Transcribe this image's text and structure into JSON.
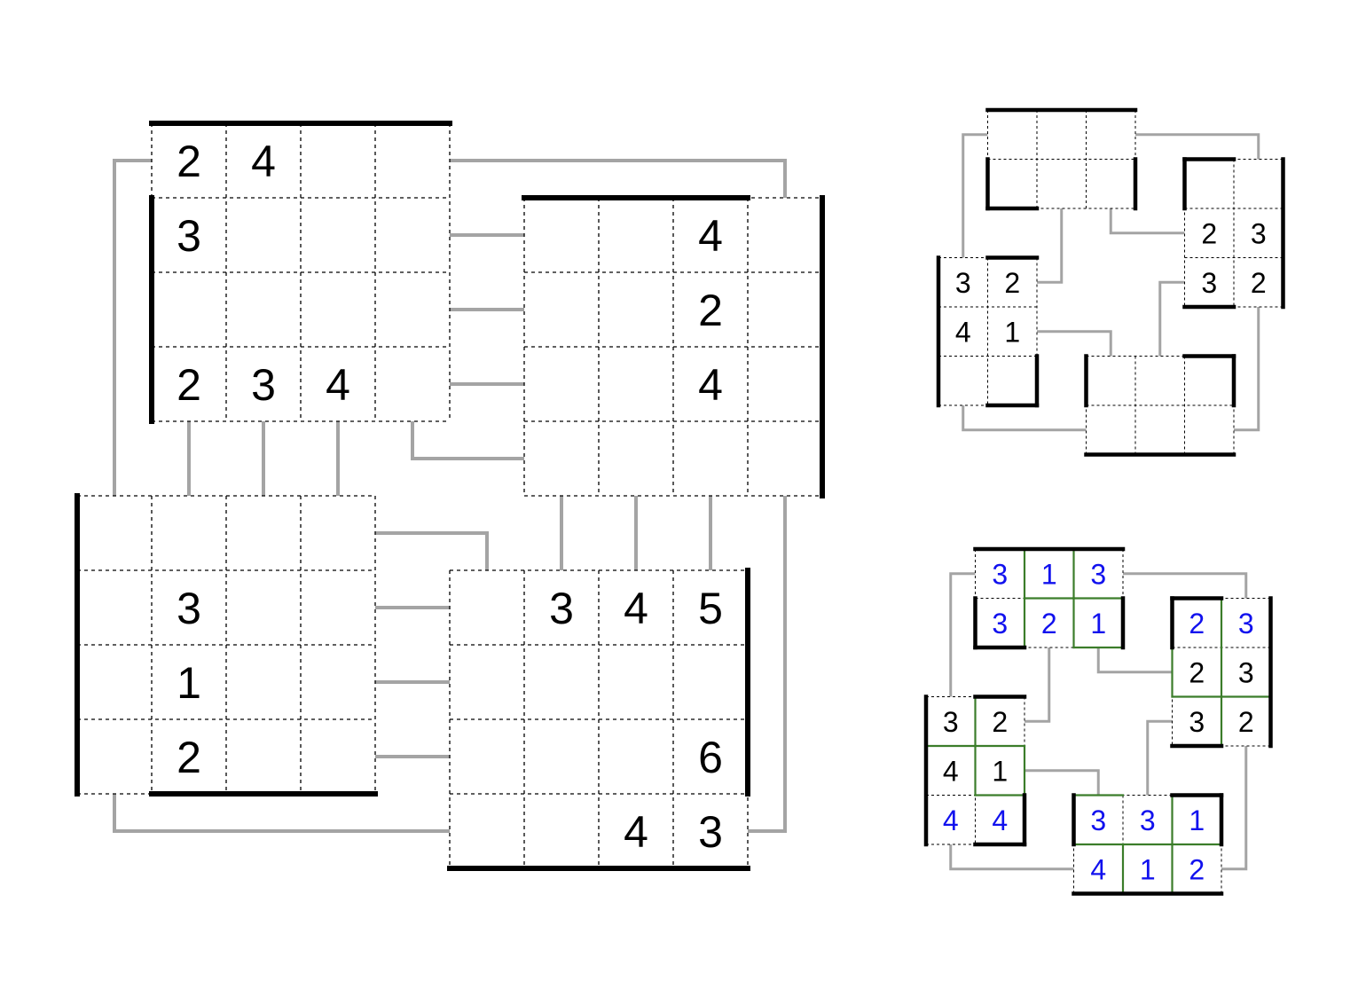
{
  "main_puzzle": {
    "top_left": [
      [
        2,
        4,
        null,
        null
      ],
      [
        3,
        null,
        null,
        null
      ],
      [
        null,
        null,
        null,
        null
      ],
      [
        2,
        3,
        4,
        null
      ]
    ],
    "top_right": [
      [
        null,
        null,
        4,
        null
      ],
      [
        null,
        null,
        2,
        null
      ],
      [
        null,
        null,
        4,
        null
      ],
      [
        null,
        null,
        null,
        null
      ]
    ],
    "bottom_left": [
      [
        null,
        null,
        null,
        null
      ],
      [
        null,
        3,
        null,
        null
      ],
      [
        null,
        1,
        null,
        null
      ],
      [
        null,
        2,
        null,
        null
      ]
    ],
    "bottom_right": [
      [
        null,
        3,
        4,
        5
      ],
      [
        null,
        null,
        null,
        null
      ],
      [
        null,
        null,
        null,
        6
      ],
      [
        null,
        null,
        4,
        3
      ]
    ]
  },
  "example_puzzle": {
    "top": [
      [
        null,
        null,
        null
      ],
      [
        null,
        null,
        null
      ]
    ],
    "right": [
      [
        null,
        null
      ],
      [
        2,
        3
      ],
      [
        3,
        2
      ]
    ],
    "left": [
      [
        3,
        2
      ],
      [
        4,
        1
      ],
      [
        null,
        null
      ]
    ],
    "bottom": [
      [
        null,
        null,
        null
      ],
      [
        null,
        null,
        null
      ]
    ]
  },
  "example_solution": {
    "top": [
      [
        3,
        1,
        3
      ],
      [
        3,
        2,
        1
      ]
    ],
    "right": [
      [
        2,
        3
      ],
      [
        2,
        3
      ],
      [
        3,
        2
      ]
    ],
    "left": [
      [
        3,
        2
      ],
      [
        4,
        1
      ],
      [
        4,
        4
      ]
    ],
    "bottom": [
      [
        3,
        3,
        1
      ],
      [
        4,
        1,
        2
      ]
    ]
  },
  "colors": {
    "given_digit": "#000000",
    "solved_digit": "#1111ee",
    "region_border": "#3b7d2a",
    "connector": "#a4a4a4",
    "outer_border": "#000000",
    "cell_grid": "#000000"
  }
}
